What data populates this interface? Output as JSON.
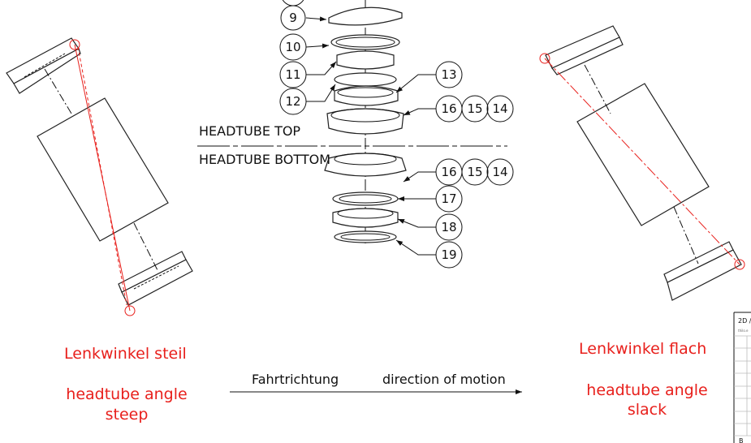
{
  "labels": {
    "headtube_top": "HEADTUBE TOP",
    "headtube_bottom": "HEADTUBE BOTTOM",
    "steep_de": "Lenkwinkel steil",
    "steep_en_1": "headtube angle",
    "steep_en_2": "steep",
    "slack_de": "Lenkwinkel flach",
    "slack_en_1": "headtube angle",
    "slack_en_2": "slack",
    "direction_de": "Fahrtrichtung",
    "direction_en": "direction of motion"
  },
  "balloons": {
    "b9": "9",
    "b10": "10",
    "b11": "11",
    "b12": "12",
    "b13": "13",
    "top16": "16",
    "top15": "15",
    "top14": "14",
    "bot16": "16",
    "bot15": "15",
    "bot14": "14",
    "b17": "17",
    "b18": "18",
    "b19": "19"
  },
  "title_block": {
    "title": "2D /",
    "author": "thilo.e",
    "row": "B"
  },
  "colors": {
    "annotation": "#e8201c",
    "lines": "#111111"
  }
}
